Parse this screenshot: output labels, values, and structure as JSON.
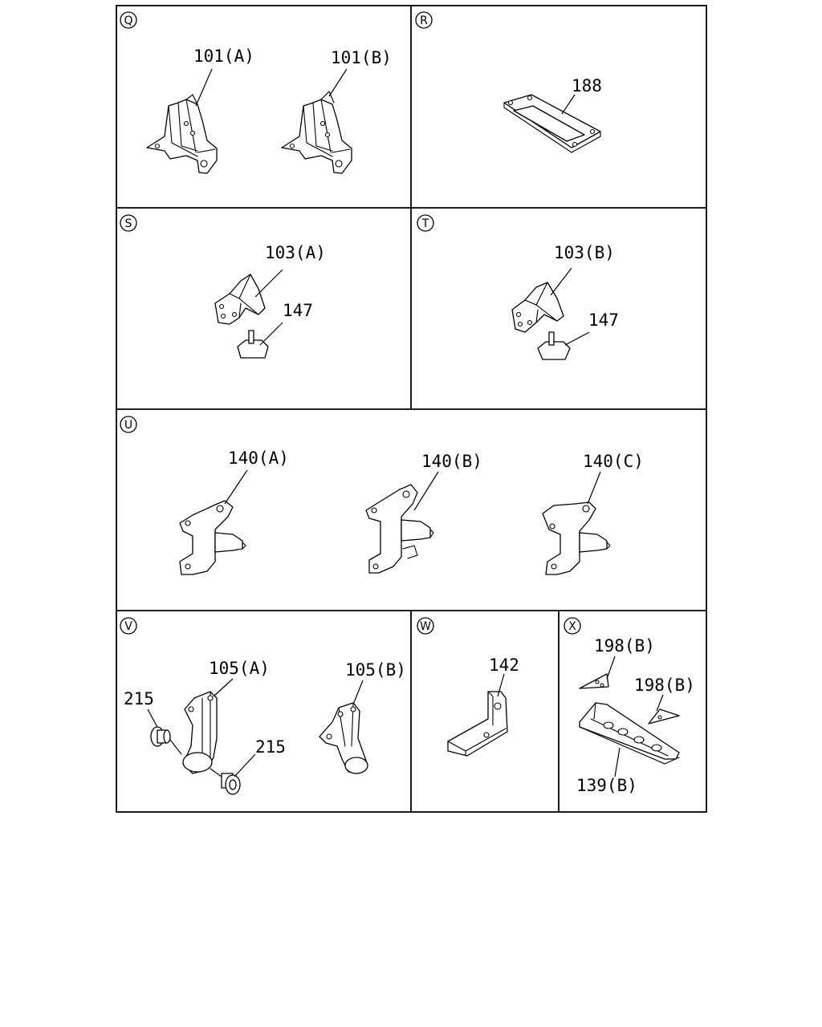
{
  "sections": {
    "Q": {
      "letter": "Q",
      "labels": [
        "101(A)",
        "101(B)"
      ]
    },
    "R": {
      "letter": "R",
      "labels": [
        "188"
      ]
    },
    "S": {
      "letter": "S",
      "labels": [
        "103(A)",
        "147"
      ]
    },
    "T": {
      "letter": "T",
      "labels": [
        "103(B)",
        "147"
      ]
    },
    "U": {
      "letter": "U",
      "labels": [
        "140(A)",
        "140(B)",
        "140(C)"
      ]
    },
    "V": {
      "letter": "V",
      "labels": [
        "105(A)",
        "215",
        "215",
        "105(B)"
      ]
    },
    "W": {
      "letter": "W",
      "labels": [
        "142"
      ]
    },
    "X": {
      "letter": "X",
      "labels": [
        "198(B)",
        "198(B)",
        "139(B)"
      ]
    }
  }
}
